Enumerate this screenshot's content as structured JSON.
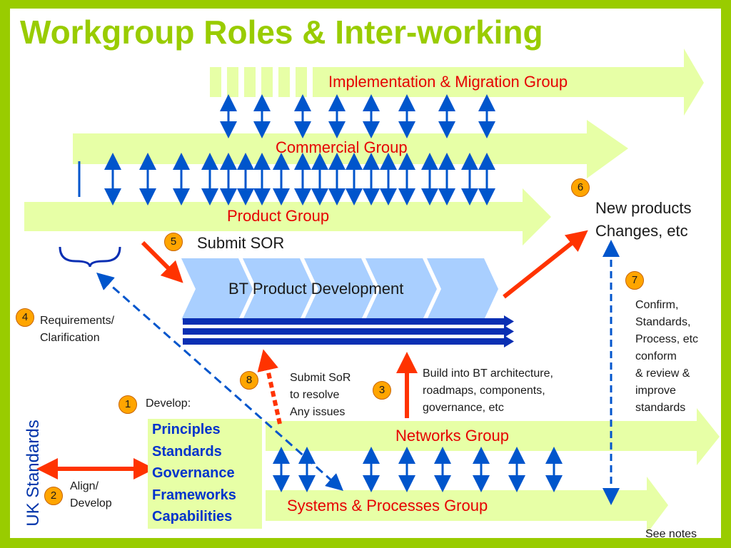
{
  "title": "Workgroup Roles & Inter-working",
  "groups": {
    "implementation": "Implementation & Migration Group",
    "commercial": "Commercial Group",
    "product": "Product Group",
    "bt_product_development": "BT Product Development",
    "networks": "Networks Group",
    "systems": "Systems & Processes Group"
  },
  "steps": [
    {
      "num": "1",
      "text": "Develop:"
    },
    {
      "num": "2",
      "lines": [
        "Align/",
        "Develop"
      ]
    },
    {
      "num": "3",
      "lines": [
        "Build into BT architecture,",
        "roadmaps, components,",
        "governance, etc"
      ]
    },
    {
      "num": "4",
      "lines": [
        "Requirements/",
        "Clarification"
      ]
    },
    {
      "num": "5",
      "text": "Submit SOR"
    },
    {
      "num": "6",
      "lines": [
        "New products",
        "Changes, etc"
      ]
    },
    {
      "num": "7",
      "lines": [
        "Confirm,",
        "Standards,",
        "Process, etc",
        "conform",
        "& review &",
        "improve",
        "standards"
      ]
    },
    {
      "num": "8",
      "lines": [
        "Submit SoR",
        "to resolve",
        "Any issues"
      ]
    }
  ],
  "principles": [
    "Principles",
    "Standards",
    "Governance",
    "Frameworks",
    "Capabilities"
  ],
  "uk_standards": "UK Standards",
  "footer_note": "See notes",
  "colors": {
    "background": "#99cc00",
    "title": "#99cc00",
    "band_fill": "#e7ffa6",
    "group_text": "#e60000",
    "blue_arrows": "#0055cc",
    "red_arrows": "#ff3300",
    "chevrons": "#a9cfff",
    "dark_blue_lines": "#0a2fb3",
    "principles_text": "#0033cc",
    "badge": "#ffa500"
  }
}
